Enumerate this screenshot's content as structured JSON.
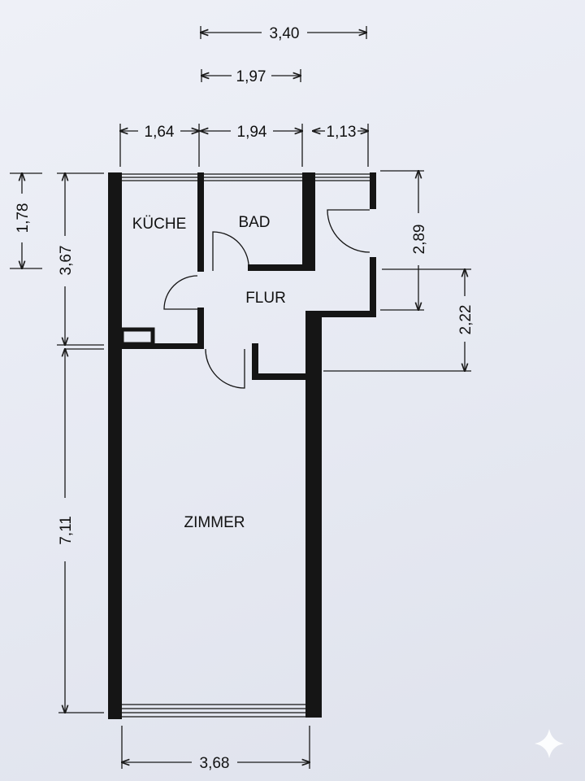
{
  "rooms": {
    "kueche": "KÜCHE",
    "bad": "BAD",
    "flur": "FLUR",
    "zimmer": "ZIMMER"
  },
  "dimensions": {
    "top_overall": "3,40",
    "top_inner": "1,97",
    "top_kueche": "1,64",
    "top_bad": "1,94",
    "top_flur": "1,13",
    "left_small": "1,78",
    "left_upper": "3,67",
    "left_lower": "7,11",
    "right_upper": "2,89",
    "right_lower": "2,22",
    "bottom_width": "3,68"
  },
  "colors": {
    "walls": "#151515",
    "paper": "#e9ecf4"
  },
  "icons": {
    "corner_mark": "sparkle-icon"
  }
}
